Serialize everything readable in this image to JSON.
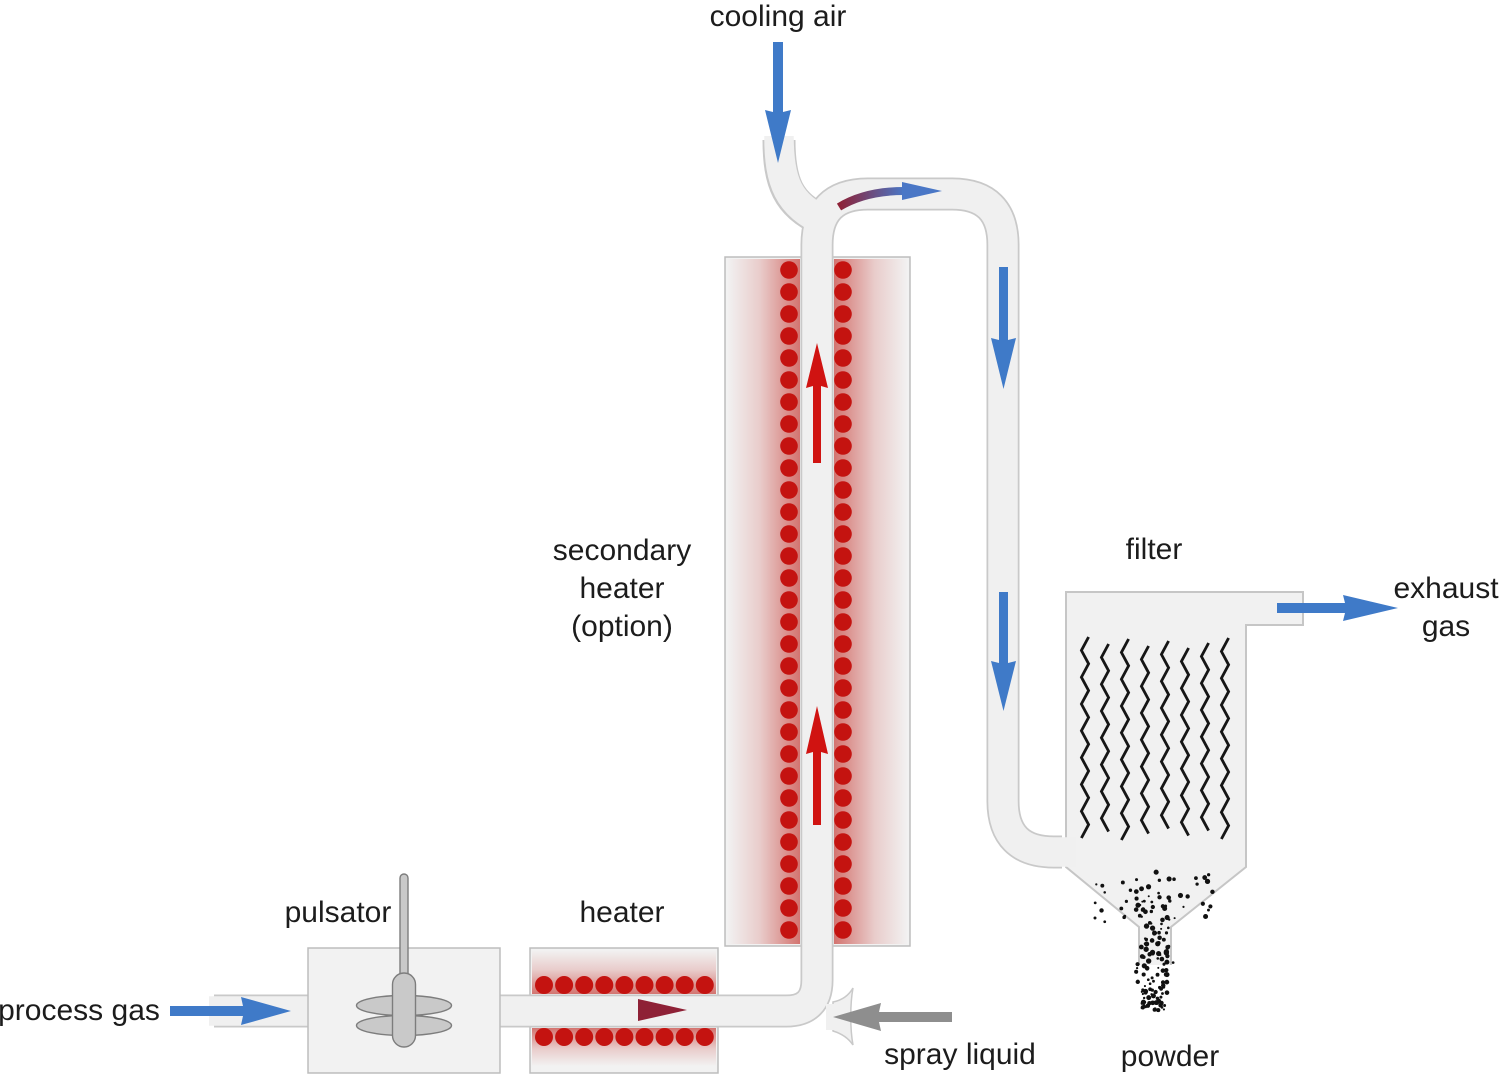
{
  "labels": {
    "cooling_air": "cooling air",
    "secondary_heater": "secondary\nheater\n(option)",
    "filter": "filter",
    "exhaust_gas": "exhaust\ngas",
    "pulsator": "pulsator",
    "heater": "heater",
    "process_gas": "process gas",
    "spray_liquid": "spray liquid",
    "powder": "powder"
  },
  "colors": {
    "pipe_fill": "#f0f0f0",
    "pipe_border": "#c9c9c9",
    "box_fill": "#f2f2f2",
    "box_border": "#bdbdbd",
    "vessel_fill": "#f1f1f1",
    "vessel_border": "#c6c6c6",
    "dot_red": "#c41310",
    "glow_red": "#bf2019",
    "arrow_blue": "#3f7ac8",
    "arrow_red": "#d01311",
    "arrow_gray": "#8e8e8e",
    "hot_red": "#8e2136",
    "cool_blue": "#4a77c6",
    "zigzag": "#161616",
    "metal_fill": "#c9c9c9",
    "metal_border": "#7d7d7d",
    "text_color": "#1c1c1c"
  }
}
